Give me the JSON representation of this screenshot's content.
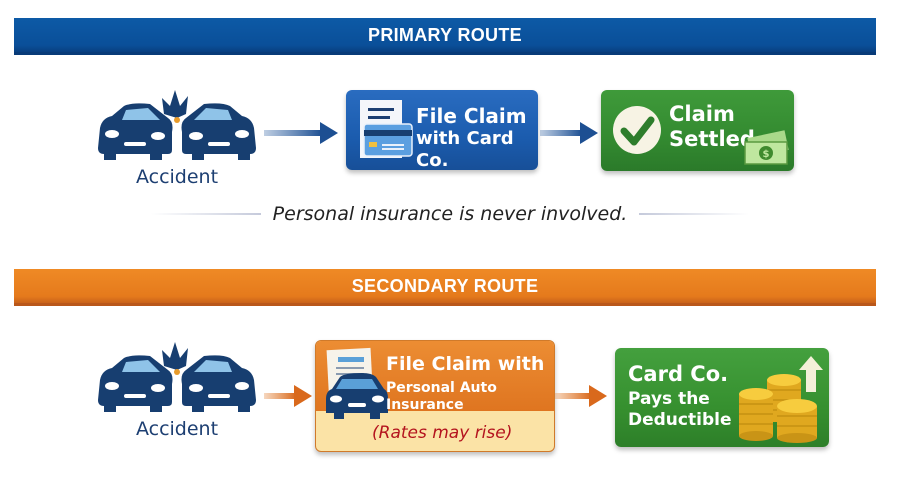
{
  "colors": {
    "primary_blue": "#0a4f99",
    "secondary_orange": "#e57a1c",
    "success_green": "#338a30",
    "car_navy": "#173e70",
    "warning_red": "#b4141e"
  },
  "primary": {
    "banner": "PRIMARY ROUTE",
    "accident_label": "Accident",
    "step1": {
      "line1": "File Claim",
      "line2": "with Card Co.",
      "icon": "document-credit-card-icon"
    },
    "step2": {
      "line1": "Claim",
      "line2": "Settled",
      "icons": [
        "checkmark-icon",
        "cash-icon"
      ]
    },
    "footnote": "Personal insurance is never involved."
  },
  "secondary": {
    "banner": "SECONDARY ROUTE",
    "accident_label": "Accident",
    "step1": {
      "line1": "File Claim with",
      "line2": "Personal Auto Insurance",
      "note": "(Rates may rise)",
      "icon": "document-car-icon"
    },
    "step2": {
      "line1": "Card Co.",
      "line2": "Pays the",
      "line3": "Deductible",
      "icons": [
        "coins-icon",
        "arrow-up-icon"
      ]
    }
  }
}
